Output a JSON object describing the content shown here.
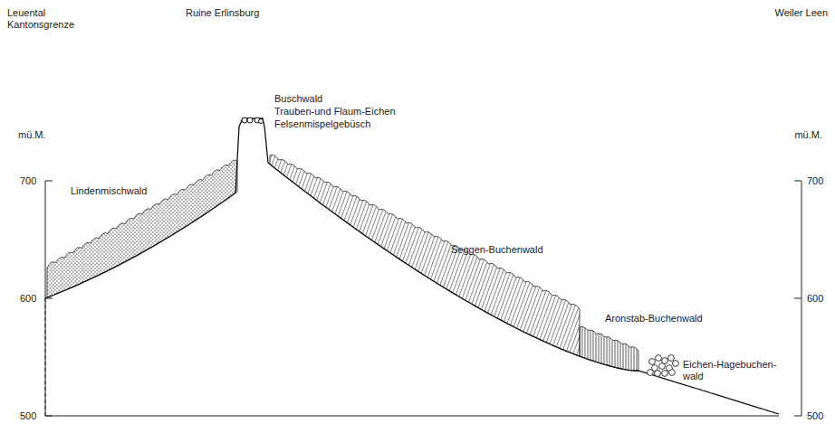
{
  "diagram": {
    "labels": [
      "Leuental Kantonsgrenze",
      "Ruine Erlinsburg",
      "Weiler Leen",
      "Buschwald",
      "Trauben-und Flaum-Eichen",
      "Felsenmispelgebüsch",
      "mü.M.",
      "700",
      "600",
      "500",
      "mü.M.",
      "700",
      "600",
      "500",
      "Lindenmischwald",
      "Seggen-Buchenwald",
      "Aronstab-Buchenwald",
      "Eichen-Hagebuchen- wald"
    ]
  }
}
